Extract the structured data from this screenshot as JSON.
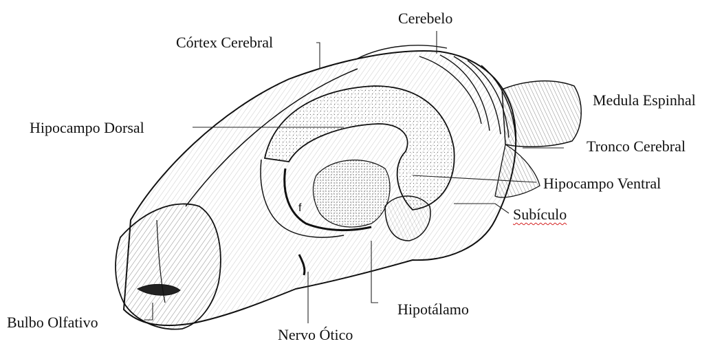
{
  "labels": {
    "cerebelo": "Cerebelo",
    "cortex_cerebral": "Córtex Cerebral",
    "medula_espinhal": "Medula Espinhal",
    "hipocampo_dorsal": "Hipocampo Dorsal",
    "tronco_cerebral": "Tronco Cerebral",
    "hipocampo_ventral": "Hipocampo Ventral",
    "subiculo": "Subículo",
    "bulbo_olfativo": "Bulbo Olfativo",
    "hipotalamo": "Hipotálamo",
    "nervo_otico": "Nervo Ótico"
  },
  "fornix_letter": "f"
}
